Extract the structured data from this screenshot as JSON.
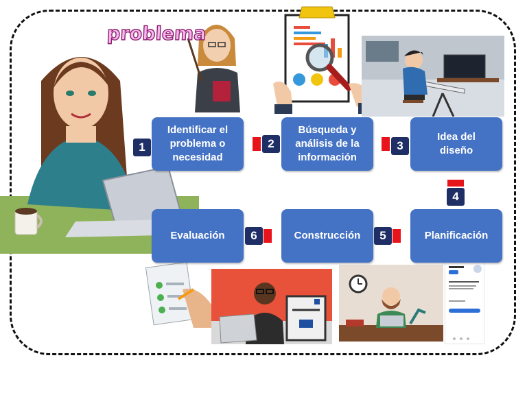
{
  "title_label": "problema",
  "steps": [
    {
      "num": "1",
      "label": "Identificar el problema o necesidad"
    },
    {
      "num": "2",
      "label": "Búsqueda y análisis de la información"
    },
    {
      "num": "3",
      "label": "Idea del diseño"
    },
    {
      "num": "4",
      "label": "Planificación"
    },
    {
      "num": "5",
      "label": "Construcción"
    },
    {
      "num": "6",
      "label": "Evaluación"
    }
  ],
  "colors": {
    "box": "#4472c4",
    "number": "#1f2f66",
    "tab": "#e8141b"
  }
}
